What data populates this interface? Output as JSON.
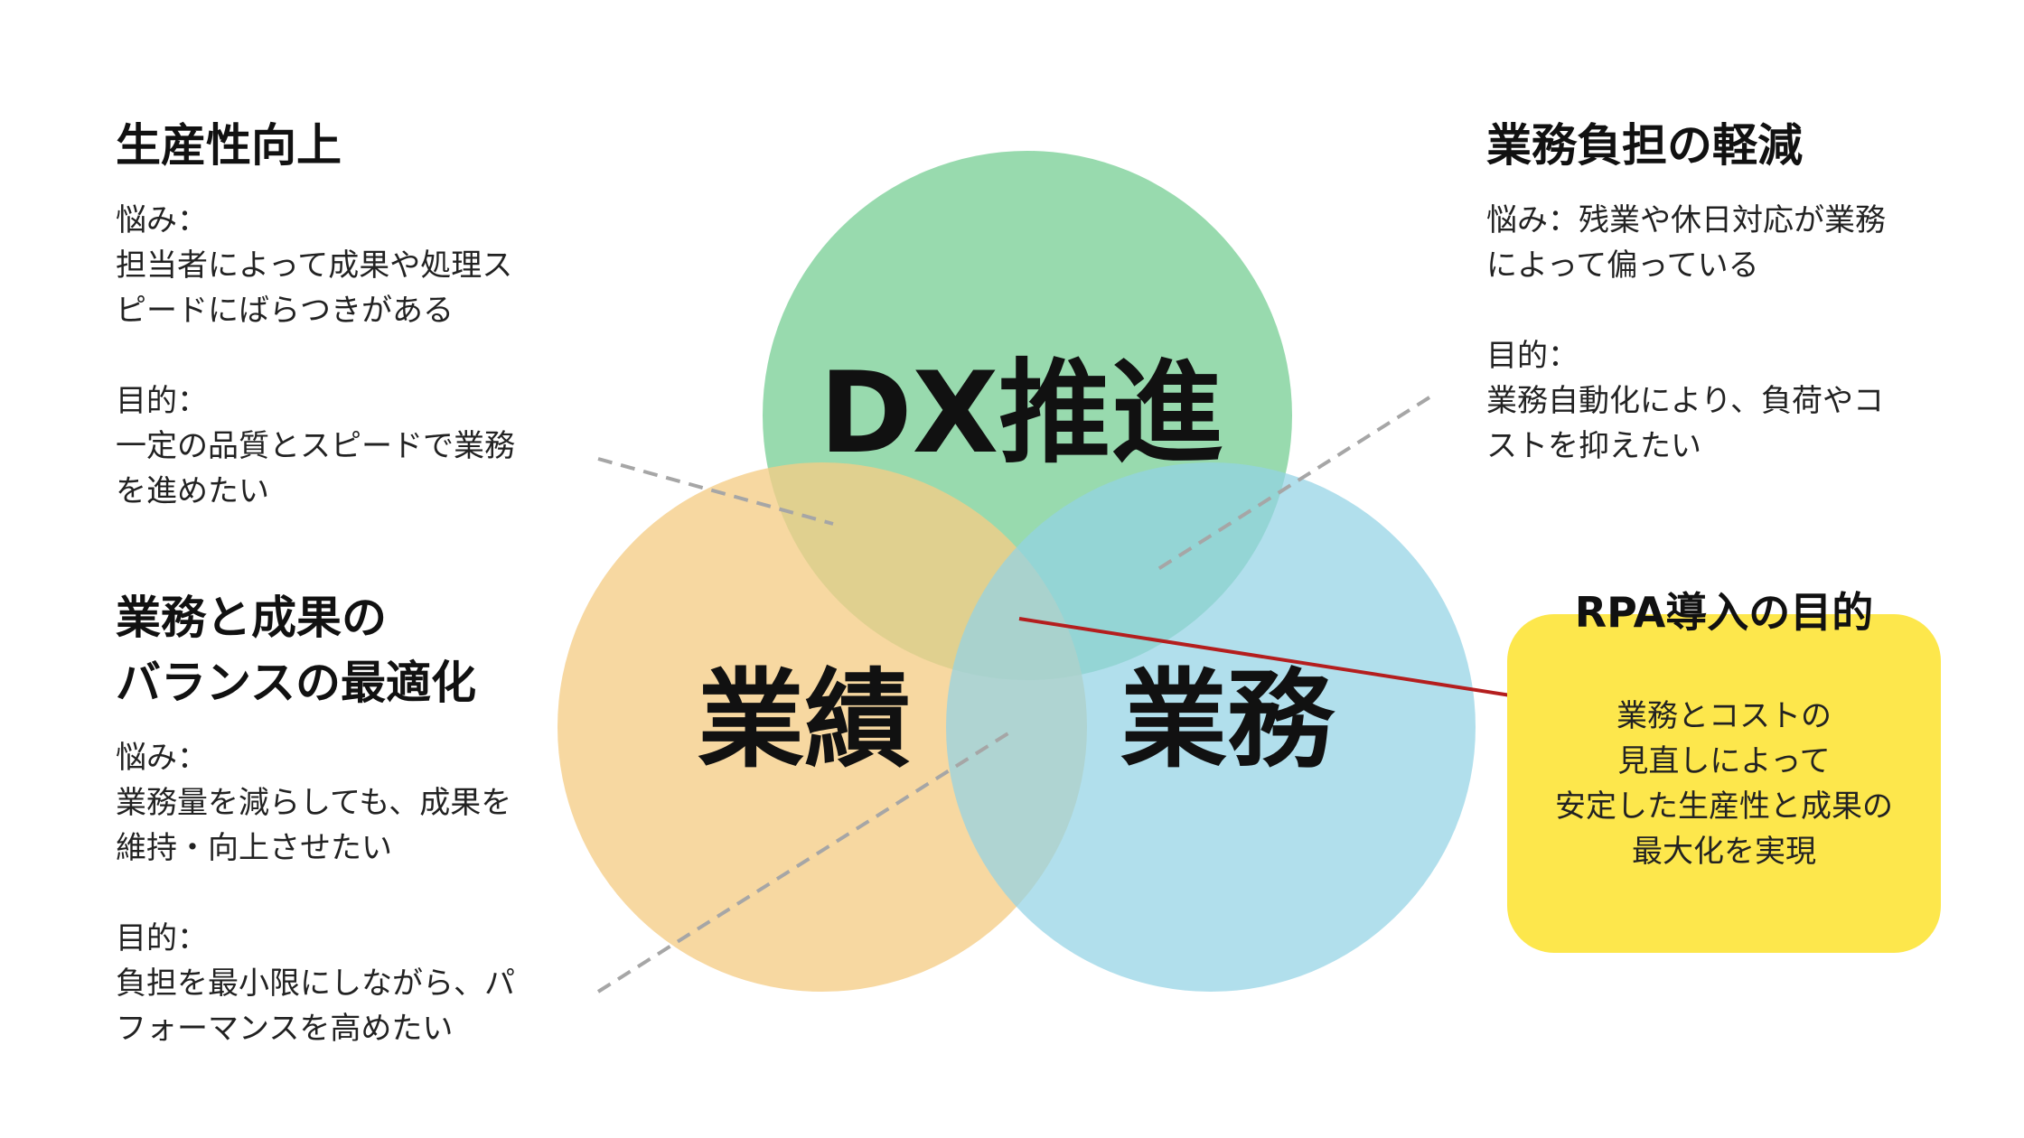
{
  "diagram": {
    "center_label": "DX推進",
    "left_label": "業績",
    "right_label": "業務",
    "colors": {
      "top_circle": "#86d3a0",
      "left_circle": "#f5cd86",
      "right_circle": "#93d2e5",
      "dashed_line": "#a6a6a6",
      "solid_line": "#b41e1e",
      "callout": "#fde74c"
    }
  },
  "top_left": {
    "heading": "生産性向上",
    "worry_label": "悩み：",
    "worry_text": "担当者によって成果や処理ス\nピードにばらつきがある",
    "goal_label": "目的：",
    "goal_text": "一定の品質とスピードで業務\nを進めたい"
  },
  "bottom_left": {
    "heading": "業務と成果の\nバランスの最適化",
    "worry_label": "悩み：",
    "worry_text": "業務量を減らしても、成果を\n維持・向上させたい",
    "goal_label": "目的：",
    "goal_text": "負担を最小限にしながら、パ\nフォーマンスを高めたい"
  },
  "top_right": {
    "heading": "業務負担の軽減",
    "worry_text": "悩み：残業や休日対応が業務\nによって偏っている",
    "goal_label": "目的：",
    "goal_text": "業務自動化により、負荷やコ\nストを抑えたい"
  },
  "callout": {
    "title": "RPA導入の目的",
    "body": "業務とコストの\n見直しによって\n安定した生産性と成果の\n最大化を実現"
  }
}
